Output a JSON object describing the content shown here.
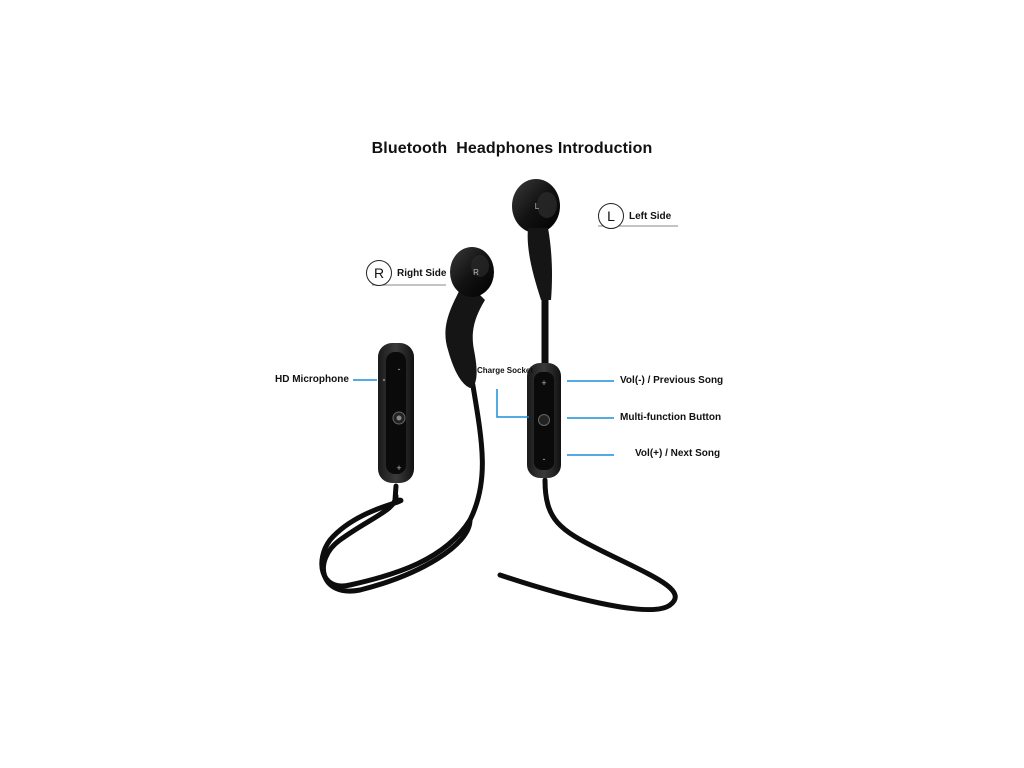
{
  "title": "Bluetooth  Headphones Introduction",
  "sides": {
    "left": {
      "letter": "L",
      "label": "Left Side"
    },
    "right": {
      "letter": "R",
      "label": "Right Side"
    }
  },
  "callouts": {
    "hd_microphone": "HD Microphone",
    "charge_socket": "Charge Socket",
    "vol_minus": "Vol(-) / Previous Song",
    "multi_function": "Multi-function Button",
    "vol_plus": "Vol(+) / Next Song"
  },
  "bud_marks": {
    "left": "L",
    "right": "R"
  },
  "remote_marks": {
    "minus": "-",
    "plus": "+"
  },
  "colors": {
    "accent_line": "#1a8fd6",
    "headphone_body": "#111111"
  }
}
